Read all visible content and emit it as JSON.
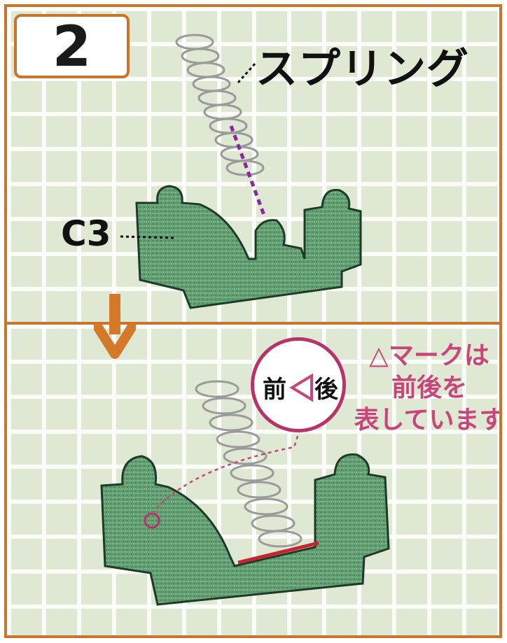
{
  "step": {
    "number": "2"
  },
  "labels": {
    "spring": "スプリング",
    "part": "C3"
  },
  "mark": {
    "front": "前",
    "back": "後",
    "note_line1": "△マークは",
    "note_line2": "前後を",
    "note_line3": "表しています"
  },
  "colors": {
    "frame": "#c9742a",
    "part": "#5f9c6f",
    "accent": "#c8457a",
    "guide": "#8a2a9a"
  },
  "icons": {
    "arrow": "arrow-down-icon",
    "triangle": "triangle-left-icon"
  }
}
